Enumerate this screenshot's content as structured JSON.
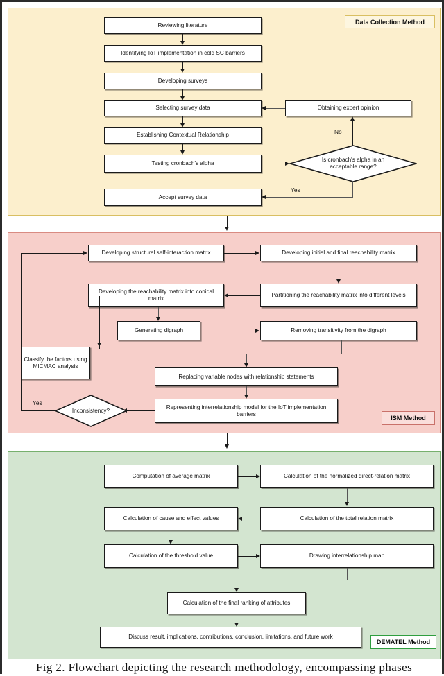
{
  "figure": {
    "caption": "Fig 2.  Flowchart depicting the research methodology, encompassing phases"
  },
  "sections": [
    {
      "id": "data-collection",
      "label": "Data Collection Method",
      "panel_color": "#fcefcd",
      "border_color": "#d9bf62",
      "nodes": [
        {
          "id": "reviewing-literature",
          "text": "Reviewing literature",
          "type": "process"
        },
        {
          "id": "identifying-iot",
          "text": "Identifying IoT implementation in cold SC barriers",
          "type": "process"
        },
        {
          "id": "developing-surveys",
          "text": "Developing surveys",
          "type": "process"
        },
        {
          "id": "selecting-survey-data",
          "text": "Selecting survey data",
          "type": "process"
        },
        {
          "id": "establishing-contextual-relationship",
          "text": "Establishing Contextual Relationship",
          "type": "process"
        },
        {
          "id": "testing-cronbachs-alpha",
          "text": "Testing cronbach's alpha",
          "type": "process"
        },
        {
          "id": "accept-survey-data",
          "text": "Accept survey data",
          "type": "process"
        },
        {
          "id": "obtaining-expert-opinion",
          "text": "Obtaining expert opinion",
          "type": "process"
        },
        {
          "id": "cronbach-decision",
          "text": "Is cronbach's alpha in an acceptable range?",
          "type": "decision"
        }
      ],
      "edge_labels": {
        "no": "No",
        "yes": "Yes"
      }
    },
    {
      "id": "ism",
      "label": "ISM Method",
      "panel_color": "#f7cfca",
      "border_color": "#d98b82",
      "nodes": [
        {
          "id": "developing-ssim",
          "text": "Developing structural self-interaction matrix",
          "type": "process"
        },
        {
          "id": "developing-reachability",
          "text": "Developing initial and final reachability matrix",
          "type": "process"
        },
        {
          "id": "developing-conical",
          "text": "Developing the reachability matrix into conical matrix",
          "type": "process"
        },
        {
          "id": "partitioning-reachability",
          "text": "Partitioning the reachability matrix into different levels",
          "type": "process"
        },
        {
          "id": "generating-digraph",
          "text": "Generating digraph",
          "type": "process"
        },
        {
          "id": "removing-transitivity",
          "text": "Removing transitivity from the digraph",
          "type": "process"
        },
        {
          "id": "classify-micmac",
          "text": "Classify the factors using MICMAC analysis",
          "type": "process"
        },
        {
          "id": "replacing-variable-nodes",
          "text": "Replacing variable nodes with relationship statements",
          "type": "process"
        },
        {
          "id": "representing-interrelationship",
          "text": "Representing interrelationship model for the IoT implementation barriers",
          "type": "process"
        },
        {
          "id": "inconsistency-decision",
          "text": "Inconsistency?",
          "type": "decision"
        }
      ],
      "edge_labels": {
        "yes": "Yes"
      }
    },
    {
      "id": "dematel",
      "label": "DEMATEL Method",
      "panel_color": "#d3e5d0",
      "border_color": "#77b06e",
      "nodes": [
        {
          "id": "computation-average-matrix",
          "text": "Computation of average matrix",
          "type": "process"
        },
        {
          "id": "normalized-direct-relation",
          "text": "Calculation of the normalized direct-relation matrix",
          "type": "process"
        },
        {
          "id": "cause-effect-values",
          "text": "Calculation of cause and effect values",
          "type": "process"
        },
        {
          "id": "total-relation-matrix",
          "text": "Calculation of the total relation matrix",
          "type": "process"
        },
        {
          "id": "threshold-value",
          "text": "Calculation of the threshold value",
          "type": "process"
        },
        {
          "id": "interrelationship-map",
          "text": "Drawing interrelationship map",
          "type": "process"
        },
        {
          "id": "final-ranking",
          "text": "Calculation of the final ranking of attributes",
          "type": "process"
        },
        {
          "id": "discuss-result",
          "text": "Discuss result, implications, contributions, conclusion, limitations, and future work",
          "type": "process"
        }
      ],
      "edge_labels": {}
    }
  ]
}
